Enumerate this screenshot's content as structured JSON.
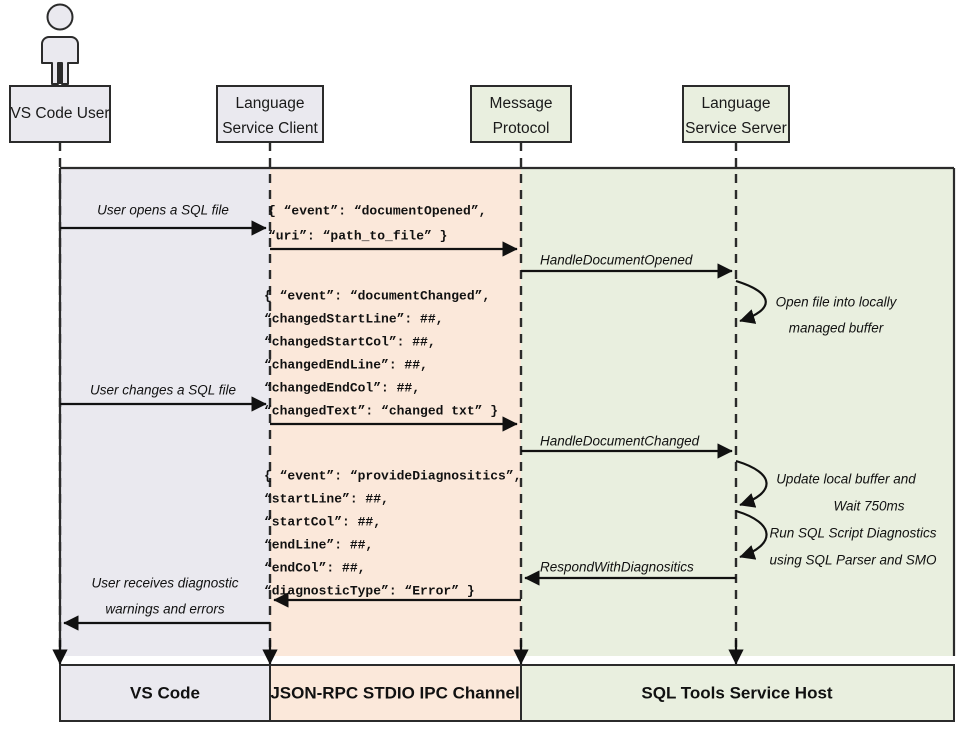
{
  "diagram": {
    "title": "SQL Tools Service sequence diagram",
    "actor": {
      "icon": "person-icon",
      "label": "VS Code User"
    },
    "colors": {
      "lane_vscode": "#eae9ef",
      "lane_ipc": "#fbe8da",
      "lane_service": "#e9efdf",
      "box_fill_client": "#eae9ef",
      "box_fill_server": "#e9efdf",
      "stroke": "#2b2b2b"
    },
    "participants": [
      {
        "name": "vs-code-user",
        "line1": "VS Code User",
        "line2": ""
      },
      {
        "name": "language-service-client",
        "line1": "Language",
        "line2": "Service Client"
      },
      {
        "name": "message-protocol",
        "line1": "Message",
        "line2": "Protocol"
      },
      {
        "name": "language-service-server",
        "line1": "Language",
        "line2": "Service Server"
      }
    ],
    "lanes": [
      {
        "name": "lane-vs-code",
        "label": "VS Code",
        "color": "#eae9ef"
      },
      {
        "name": "lane-json-rpc",
        "label": "JSON-RPC STDIO IPC Channel",
        "color": "#fbe8da"
      },
      {
        "name": "lane-sql-tools",
        "label": "SQL Tools Service Host",
        "color": "#e9efdf"
      }
    ],
    "messages": [
      {
        "name": "msg-user-opens-file",
        "label": "User opens a SQL file"
      },
      {
        "name": "msg-handle-document-opened",
        "label": "HandleDocumentOpened"
      },
      {
        "name": "msg-user-changes-file",
        "label": "User changes a SQL file"
      },
      {
        "name": "msg-handle-document-changed",
        "label": "HandleDocumentChanged"
      },
      {
        "name": "msg-respond-with-diagnostics",
        "label": "RespondWithDiagnositics"
      },
      {
        "name": "msg-user-receives-diagnostics-line1",
        "label": "User receives diagnostic"
      },
      {
        "name": "msg-user-receives-diagnostics-line2",
        "label": "warnings and errors"
      }
    ],
    "json_blocks": [
      {
        "name": "json-document-opened",
        "lines": [
          "{ “event”: “documentOpened”,",
          "  “uri”: “path_to_file” }"
        ]
      },
      {
        "name": "json-document-changed",
        "lines": [
          "{ “event”: “documentChanged”,",
          "  “changedStartLine”: ##,",
          "  “changedStartCol”: ##,",
          "  “changedEndLine”: ##,",
          "  “changedEndCol”: ##,",
          "  “changedText”: “changed txt” }"
        ]
      },
      {
        "name": "json-provide-diagnostics",
        "lines": [
          "{ “event”: “provideDiagnositics”,",
          "  “startLine”: ##,",
          "  “startCol”: ##,",
          "  “endLine”: ##,",
          "  “endCol”: ##,",
          "  “diagnosticType”: “Error” }"
        ]
      }
    ],
    "self_notes": [
      {
        "name": "note-open-file-buffer",
        "line1": "Open file into locally",
        "line2": "managed buffer"
      },
      {
        "name": "note-update-buffer-wait",
        "line1": "Update local buffer and",
        "line2": "Wait 750ms"
      },
      {
        "name": "note-run-diagnostics",
        "line1": "Run SQL Script Diagnostics",
        "line2": "using SQL Parser and SMO"
      }
    ]
  }
}
